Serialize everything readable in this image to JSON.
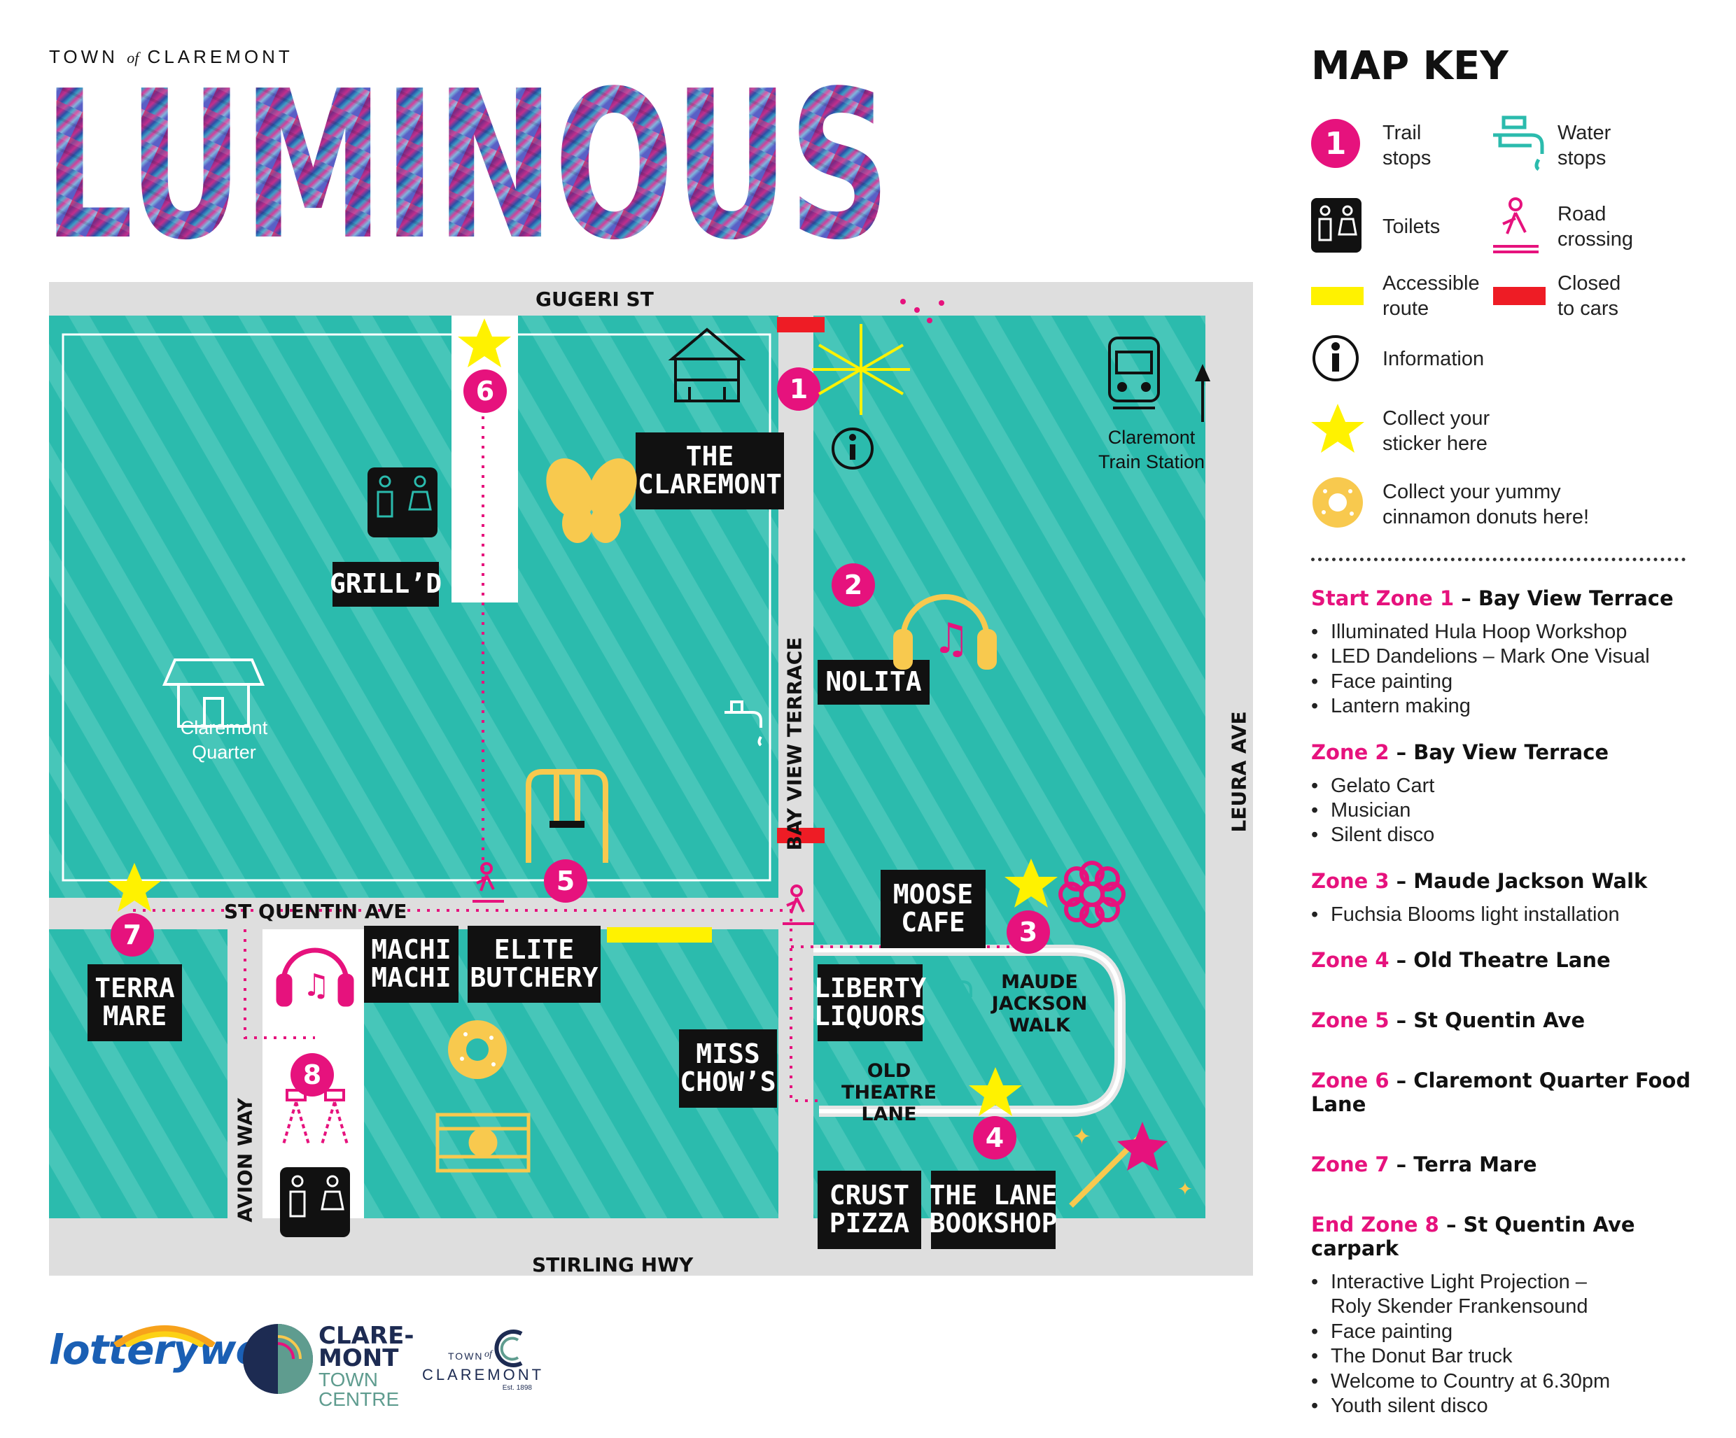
{
  "header": {
    "town_prefix": "TOWN",
    "town_of": "of",
    "town_name": "CLAREMONT",
    "title": "LUMINOUS"
  },
  "map": {
    "streets": {
      "gugeri": "GUGERI ST",
      "st_quentin": "ST QUENTIN AVE",
      "stirling": "STIRLING HWY",
      "bay_view": "BAY VIEW TERRACE",
      "leura": "LEURA AVE",
      "avion": "AVION WAY"
    },
    "venues": {
      "the_claremont": [
        "THE",
        "CLAREMONT"
      ],
      "grilld": [
        "GRILL’D"
      ],
      "nolita": [
        "NOLITA"
      ],
      "moose_cafe": [
        "MOOSE",
        "CAFE"
      ],
      "machi_machi": [
        "MACHI",
        "MACHI"
      ],
      "elite_butchery": [
        "ELITE",
        "BUTCHERY"
      ],
      "terra_mare": [
        "TERRA",
        "MARE"
      ],
      "liberty_liquors": [
        "LIBERTY",
        "LIQUORS"
      ],
      "miss_chows": [
        "MISS",
        "CHOW’S"
      ],
      "crust_pizza": [
        "CRUST",
        "PIZZA"
      ],
      "the_lane_bookshop": [
        "THE LANE",
        "BOOKSHOP"
      ]
    },
    "places": {
      "claremont_quarter": [
        "Claremont",
        "Quarter"
      ],
      "train_station": [
        "Claremont",
        "Train Station"
      ],
      "maude_jackson": [
        "MAUDE",
        "JACKSON",
        "WALK"
      ],
      "old_theatre": [
        "OLD THEATRE",
        "LANE"
      ]
    },
    "stops": [
      "1",
      "2",
      "3",
      "4",
      "5",
      "6",
      "7",
      "8"
    ],
    "colors": {
      "ground": "#2bbbad",
      "stripe": "#5fd0c3",
      "road": "#dedede",
      "pink": "#e6127d",
      "yellow": "#fff200",
      "closed_red": "#ee1c25",
      "gold": "#f8c94e"
    }
  },
  "key": {
    "title": "MAP KEY",
    "items": {
      "trail_stops": [
        "Trail",
        "stops"
      ],
      "trail_stop_number": "1",
      "water_stops": [
        "Water",
        "stops"
      ],
      "toilets": "Toilets",
      "road_crossing": [
        "Road",
        "crossing"
      ],
      "accessible": [
        "Accessible",
        "route"
      ],
      "closed": [
        "Closed",
        "to cars"
      ],
      "information": "Information",
      "sticker": [
        "Collect your",
        "sticker here"
      ],
      "donut": [
        "Collect your yummy",
        "cinnamon donuts here!"
      ]
    }
  },
  "zones": [
    {
      "prefix": "Start Zone 1",
      "name": " – Bay View Terrace",
      "items": [
        "Illuminated Hula Hoop Workshop",
        "LED Dandelions – Mark One Visual",
        "Face painting",
        "Lantern making"
      ]
    },
    {
      "prefix": "Zone 2",
      "name": " – Bay View Terrace",
      "items": [
        "Gelato Cart",
        "Musician",
        "Silent disco"
      ]
    },
    {
      "prefix": "Zone 3",
      "name": " – Maude Jackson Walk",
      "items": [
        "Fuchsia Blooms light installation"
      ]
    },
    {
      "prefix": "Zone 4",
      "name": " – Old Theatre Lane",
      "items": []
    },
    {
      "prefix": "Zone 5",
      "name": " – St Quentin Ave",
      "items": []
    },
    {
      "prefix": "Zone 6",
      "name": " – Claremont Quarter Food Lane",
      "items": []
    },
    {
      "prefix": "Zone 7",
      "name": " – Terra Mare",
      "items": []
    },
    {
      "prefix": "End Zone 8",
      "name": " – St Quentin Ave carpark",
      "items": [
        "Interactive Light Projection –",
        "Roly Skender Frankensound",
        "Face painting",
        "The Donut Bar truck",
        "Welcome to Country at 6.30pm",
        "Youth silent disco"
      ]
    }
  ],
  "footer": {
    "lotterywest": "lotterywest",
    "ctc": [
      "CLARE-",
      "MONT",
      "TOWN",
      "CENTRE"
    ],
    "town_small": [
      "TOWN",
      "of",
      "CLAREMONT",
      "Est. 1898"
    ]
  }
}
